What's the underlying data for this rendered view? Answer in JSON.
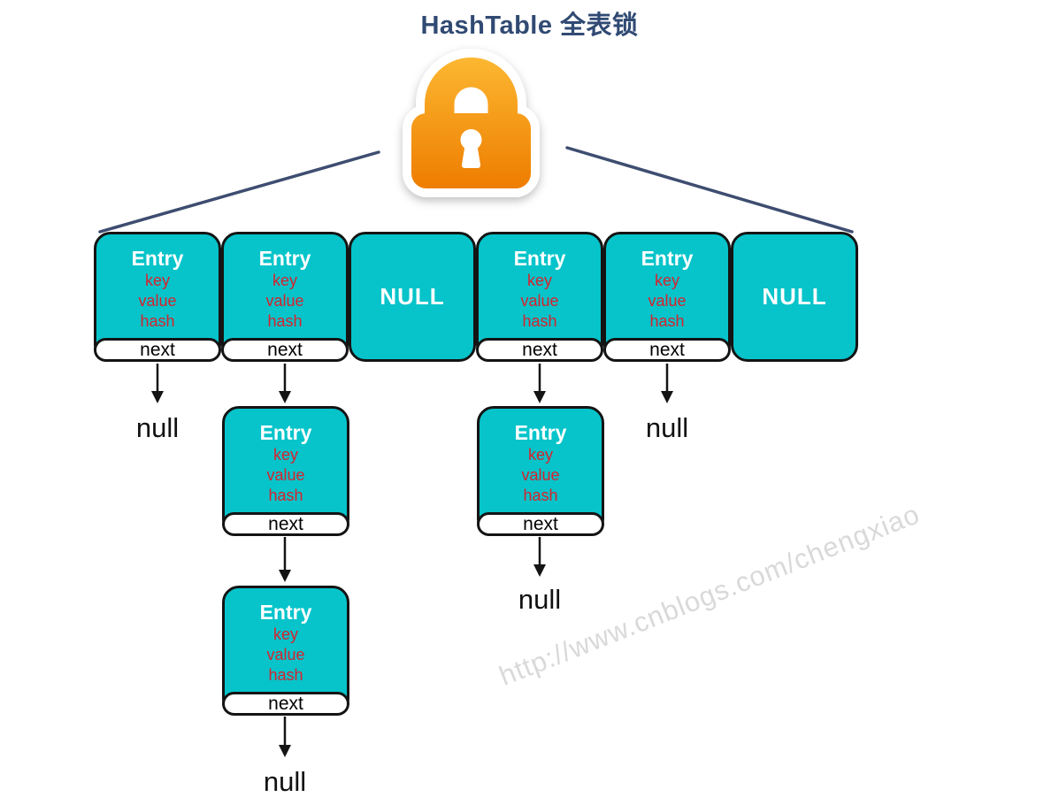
{
  "page": {
    "title": "HashTable 全表锁",
    "watermark": "http://www.cnblogs.com/chengxiao"
  },
  "colors": {
    "bucket_fill": "#06c4ca",
    "bucket_border": "#141414",
    "entry_title_text": "#ffffff",
    "field_text": "#d6232e",
    "title_text": "#304a73",
    "connector_line": "#3e4d70",
    "arrow": "#141414",
    "lock_top": "#fcb731",
    "lock_bottom": "#ee7d00",
    "watermark_text": "#d9d9d9"
  },
  "icons": {
    "lock": "orange-padlock"
  },
  "buckets": [
    {
      "title": "Entry",
      "fields": [
        "key",
        "value",
        "hash"
      ],
      "next": "next",
      "points_to": "null"
    },
    {
      "title": "Entry",
      "fields": [
        "key",
        "value",
        "hash"
      ],
      "next": "next"
    },
    {
      "title": "NULL"
    },
    {
      "title": "Entry",
      "fields": [
        "key",
        "value",
        "hash"
      ],
      "next": "next"
    },
    {
      "title": "Entry",
      "fields": [
        "key",
        "value",
        "hash"
      ],
      "next": "next",
      "points_to": "null"
    },
    {
      "title": "NULL"
    }
  ],
  "chains": [
    {
      "bucket_index": 1,
      "nodes": [
        {
          "title": "Entry",
          "fields": [
            "key",
            "value",
            "hash"
          ],
          "next": "next"
        },
        {
          "title": "Entry",
          "fields": [
            "key",
            "value",
            "hash"
          ],
          "next": "next"
        }
      ],
      "terminal": "null"
    },
    {
      "bucket_index": 3,
      "nodes": [
        {
          "title": "Entry",
          "fields": [
            "key",
            "value",
            "hash"
          ],
          "next": "next"
        }
      ],
      "terminal": "null"
    }
  ]
}
